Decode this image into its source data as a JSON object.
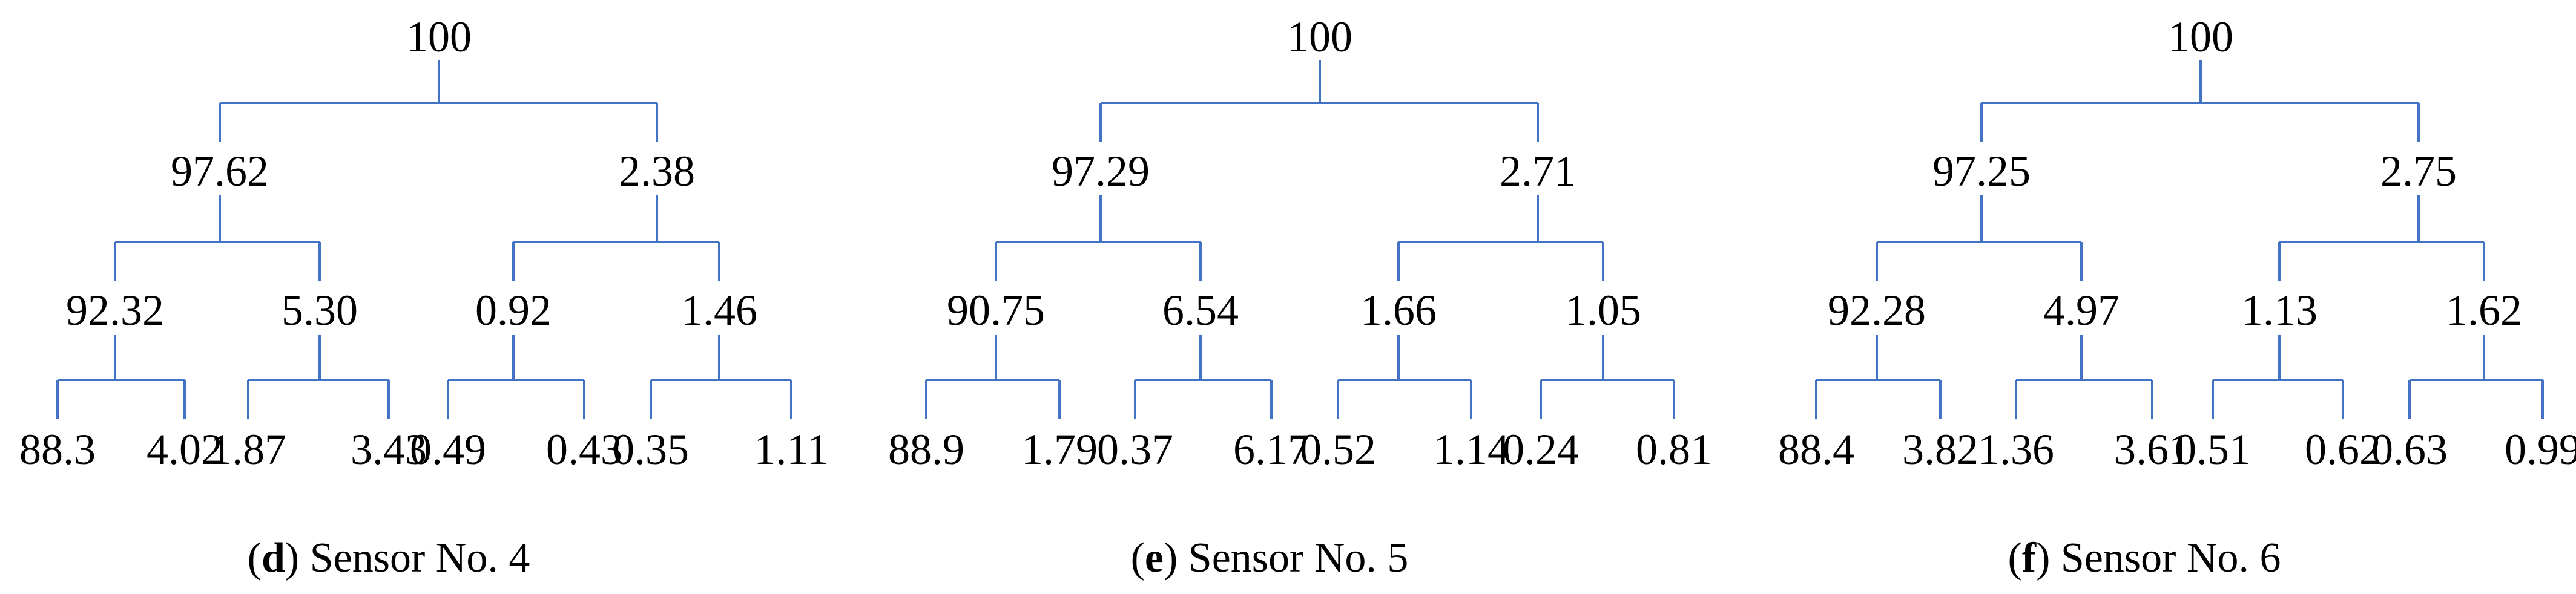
{
  "colors": {
    "connector": "#4472c4",
    "text": "#000000",
    "background": "#ffffff"
  },
  "trees": [
    {
      "caption": {
        "letter": "d",
        "text": ") Sensor No. 4",
        "open": "("
      },
      "levels": [
        [
          "100"
        ],
        [
          "97.62",
          "2.38"
        ],
        [
          "92.32",
          "5.30",
          "0.92",
          "1.46"
        ],
        [
          "88.3",
          "4.02",
          "1.87",
          "3.43",
          "0.49",
          "0.43",
          "0.35",
          "1.11"
        ]
      ]
    },
    {
      "caption": {
        "letter": "e",
        "text": ") Sensor No. 5",
        "open": "("
      },
      "levels": [
        [
          "100"
        ],
        [
          "97.29",
          "2.71"
        ],
        [
          "90.75",
          "6.54",
          "1.66",
          "1.05"
        ],
        [
          "88.9",
          "1.79",
          "0.37",
          "6.17",
          "0.52",
          "1.14",
          "0.24",
          "0.81"
        ]
      ]
    },
    {
      "caption": {
        "letter": "f",
        "text": ") Sensor No. 6",
        "open": "("
      },
      "levels": [
        [
          "100"
        ],
        [
          "97.25",
          "2.75"
        ],
        [
          "92.28",
          "4.97",
          "1.13",
          "1.62"
        ],
        [
          "88.4",
          "3.82",
          "1.36",
          "3.61",
          "0.51",
          "0.62",
          "0.63",
          "0.99"
        ]
      ]
    }
  ]
}
